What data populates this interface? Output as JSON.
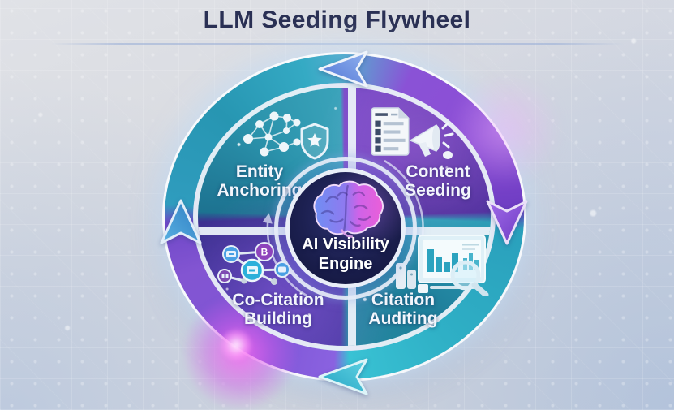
{
  "title": "LLM Seeding Flywheel",
  "flywheel": {
    "rotation": "clockwise",
    "center": {
      "icon": "brain-icon",
      "label_line1": "AI Visibility",
      "label_line2": "Engine",
      "background_color": "#1d2152"
    },
    "steps": [
      {
        "position": "top-left",
        "label_line1": "Entity",
        "label_line2": "Anchoring",
        "icons": [
          "network-graph-icon",
          "shield-star-icon"
        ],
        "segment_color": "#2490ab"
      },
      {
        "position": "top-right",
        "label_line1": "Content",
        "label_line2": "Seeding",
        "icons": [
          "document-icon",
          "megaphone-icon"
        ],
        "segment_color": "#6d41ba"
      },
      {
        "position": "bottom-left",
        "label_line1": "Co-Citation",
        "label_line2": "Building",
        "icons": [
          "linked-badges-icon"
        ],
        "badge_letter": "B",
        "segment_color": "#4a3aa4"
      },
      {
        "position": "bottom-right",
        "label_line1": "Citation",
        "label_line2": "Auditing",
        "icons": [
          "analytics-monitor-icon",
          "magnifier-icon"
        ],
        "segment_color": "#1f85a0"
      }
    ],
    "arrows": [
      {
        "position": "top",
        "direction": "right",
        "color": "#5f86de"
      },
      {
        "position": "right",
        "direction": "down",
        "color": "#7e4fd4"
      },
      {
        "position": "bottom",
        "direction": "left",
        "color": "#35bdd4"
      },
      {
        "position": "left",
        "direction": "up",
        "color": "#3c85cf"
      }
    ]
  }
}
